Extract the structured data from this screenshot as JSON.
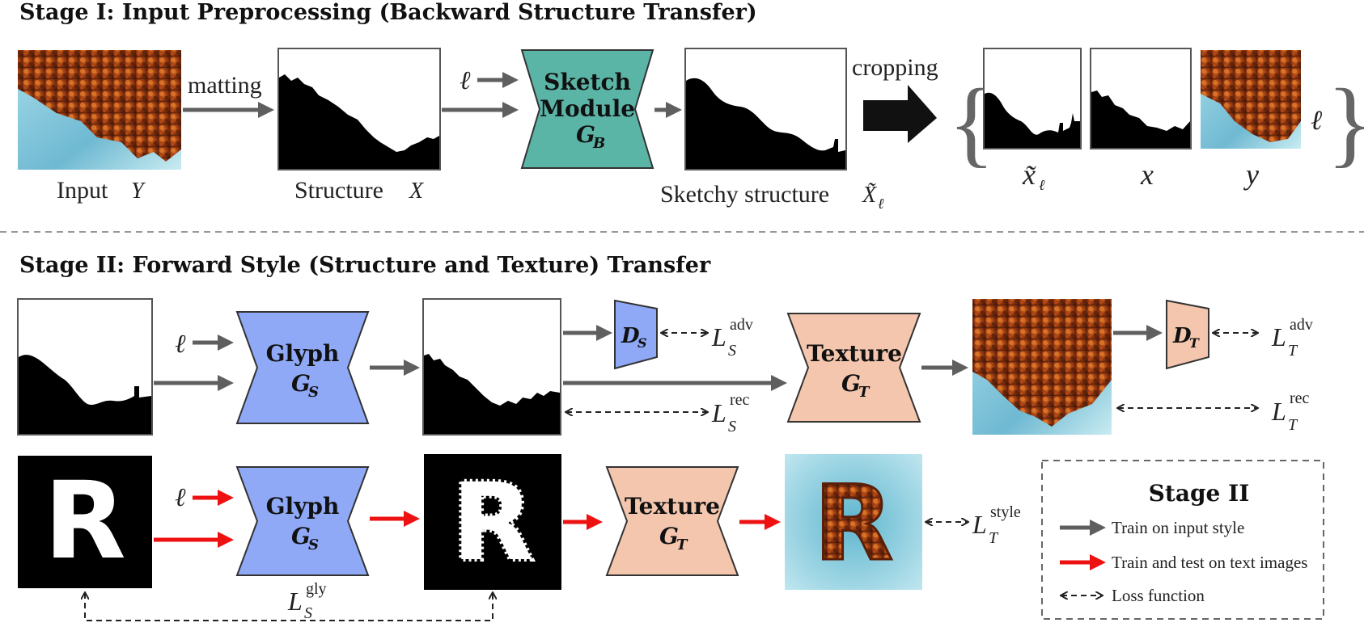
{
  "stage1": {
    "title": "Stage I: Input Preprocessing (Backward Structure Transfer)",
    "input_label": "Input",
    "input_var": "Y",
    "matting": "matting",
    "structure_label": "Structure",
    "structure_var": "X",
    "ell": "ℓ",
    "sketch_module": {
      "line1": "Sketch",
      "line2": "Module",
      "sym": "G",
      "sub": "B"
    },
    "sketchy_label": "Sketchy structure",
    "sketchy_var": "X̃",
    "sketchy_sub": "ℓ",
    "cropping": "cropping",
    "set_labels": {
      "xl": "x̃",
      "xl_sub": "ℓ",
      "x": "x",
      "y": "y",
      "ell": "ℓ"
    },
    "braces": {
      "open": "{",
      "close": "}"
    }
  },
  "stage2": {
    "title": "Stage II: Forward Style (Structure and Texture) Transfer",
    "ell": "ℓ",
    "glyph": {
      "name": "Glyph",
      "sym": "G",
      "sub": "S"
    },
    "texture": {
      "name": "Texture",
      "sym": "G",
      "sub": "T"
    },
    "ds": {
      "sym": "D",
      "sub": "S"
    },
    "dt": {
      "sym": "D",
      "sub": "T"
    },
    "loss_s_adv": {
      "sym": "L",
      "sub": "S",
      "sup": "adv"
    },
    "loss_s_rec": {
      "sym": "L",
      "sub": "S",
      "sup": "rec"
    },
    "loss_t_adv": {
      "sym": "L",
      "sub": "T",
      "sup": "adv"
    },
    "loss_t_rec": {
      "sym": "L",
      "sub": "T",
      "sup": "rec"
    },
    "loss_t_style": {
      "sym": "L",
      "sub": "T",
      "sup": "style"
    },
    "loss_s_gly": {
      "sym": "L",
      "sub": "S",
      "sup": "gly"
    },
    "letter": "R"
  },
  "legend": {
    "title": "Stage II",
    "items": [
      {
        "label": "Train on input style"
      },
      {
        "label": "Train and test on text images"
      },
      {
        "label": "Loss function"
      }
    ]
  },
  "colors": {
    "sketch_module": "#5bb5a7",
    "glyph": "#8fa9f7",
    "texture": "#f4c6ad",
    "discriminator_s": "#8fa9f7",
    "discriminator_t": "#f4c6ad",
    "gray_arrow": "#5f5f5f",
    "red_arrow": "#ee1111",
    "sky": "#7cc2d8",
    "foliage": "#8a3a12"
  }
}
